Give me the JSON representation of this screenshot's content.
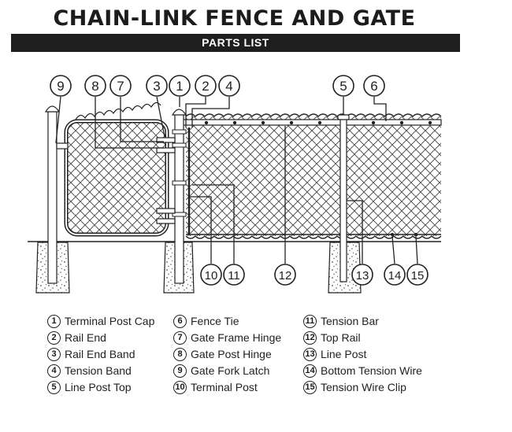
{
  "title": "CHAIN-LINK FENCE AND GATE",
  "subtitle": "PARTS LIST",
  "callouts": [
    "9",
    "8",
    "7",
    "3",
    "1",
    "2",
    "4",
    "5",
    "6",
    "10",
    "11",
    "12",
    "13",
    "14",
    "15"
  ],
  "parts": [
    {
      "num": "1",
      "label": "Terminal Post Cap"
    },
    {
      "num": "2",
      "label": "Rail End"
    },
    {
      "num": "3",
      "label": "Rail End Band"
    },
    {
      "num": "4",
      "label": "Tension Band"
    },
    {
      "num": "5",
      "label": "Line Post Top"
    },
    {
      "num": "6",
      "label": "Fence Tie"
    },
    {
      "num": "7",
      "label": "Gate Frame Hinge"
    },
    {
      "num": "8",
      "label": "Gate Post Hinge"
    },
    {
      "num": "9",
      "label": "Gate Fork Latch"
    },
    {
      "num": "10",
      "label": "Terminal Post"
    },
    {
      "num": "11",
      "label": "Tension Bar"
    },
    {
      "num": "12",
      "label": "Top Rail"
    },
    {
      "num": "13",
      "label": "Line Post"
    },
    {
      "num": "14",
      "label": "Bottom Tension Wire"
    },
    {
      "num": "15",
      "label": "Tension Wire Clip"
    }
  ]
}
